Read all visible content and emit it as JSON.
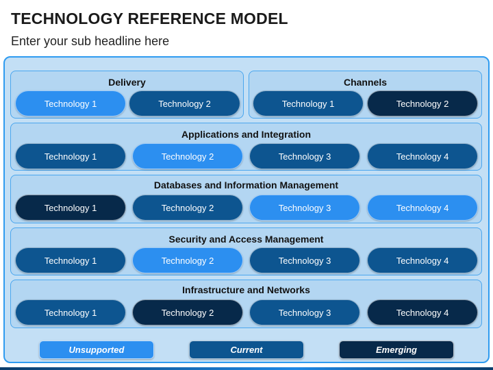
{
  "header": {
    "title": "TECHNOLOGY REFERENCE MODEL",
    "subtitle": "Enter your sub headline here"
  },
  "colors": {
    "unsupported": "#2c8ff0",
    "current": "#0d5590",
    "emerging": "#07294a",
    "frame_bg": "#c3dff5",
    "frame_border": "#2e9bf0"
  },
  "delivery": {
    "title": "Delivery",
    "tech1": {
      "label": "Technology 1",
      "status": "unsupported"
    },
    "tech2": {
      "label": "Technology 2",
      "status": "current"
    }
  },
  "channels": {
    "title": "Channels",
    "tech1": {
      "label": "Technology 1",
      "status": "current"
    },
    "tech2": {
      "label": "Technology 2",
      "status": "emerging"
    }
  },
  "applications": {
    "title": "Applications and Integration",
    "tech1": {
      "label": "Technology 1",
      "status": "current"
    },
    "tech2": {
      "label": "Technology 2",
      "status": "unsupported"
    },
    "tech3": {
      "label": "Technology 3",
      "status": "current"
    },
    "tech4": {
      "label": "Technology 4",
      "status": "current"
    }
  },
  "databases": {
    "title": "Databases and Information Management",
    "tech1": {
      "label": "Technology 1",
      "status": "emerging"
    },
    "tech2": {
      "label": "Technology 2",
      "status": "current"
    },
    "tech3": {
      "label": "Technology 3",
      "status": "unsupported"
    },
    "tech4": {
      "label": "Technology 4",
      "status": "unsupported"
    }
  },
  "security": {
    "title": "Security and Access Management",
    "tech1": {
      "label": "Technology 1",
      "status": "current"
    },
    "tech2": {
      "label": "Technology 2",
      "status": "unsupported"
    },
    "tech3": {
      "label": "Technology 3",
      "status": "current"
    },
    "tech4": {
      "label": "Technology 4",
      "status": "current"
    }
  },
  "infrastructure": {
    "title": "Infrastructure and Networks",
    "tech1": {
      "label": "Technology 1",
      "status": "current"
    },
    "tech2": {
      "label": "Technology 2",
      "status": "emerging"
    },
    "tech3": {
      "label": "Technology 3",
      "status": "current"
    },
    "tech4": {
      "label": "Technology 4",
      "status": "emerging"
    }
  },
  "legend": {
    "unsupported": "Unsupported",
    "current": "Current",
    "emerging": "Emerging"
  }
}
